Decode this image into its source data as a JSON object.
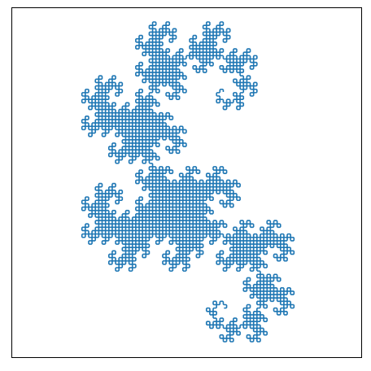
{
  "figure": {
    "kind": "fractal-curve",
    "curve": "dragon-curve",
    "iterations": 12,
    "stroke_color": "#1f77b4",
    "frame_color": "#000000",
    "background": "#ffffff",
    "axes_ticks": false,
    "title": ""
  }
}
